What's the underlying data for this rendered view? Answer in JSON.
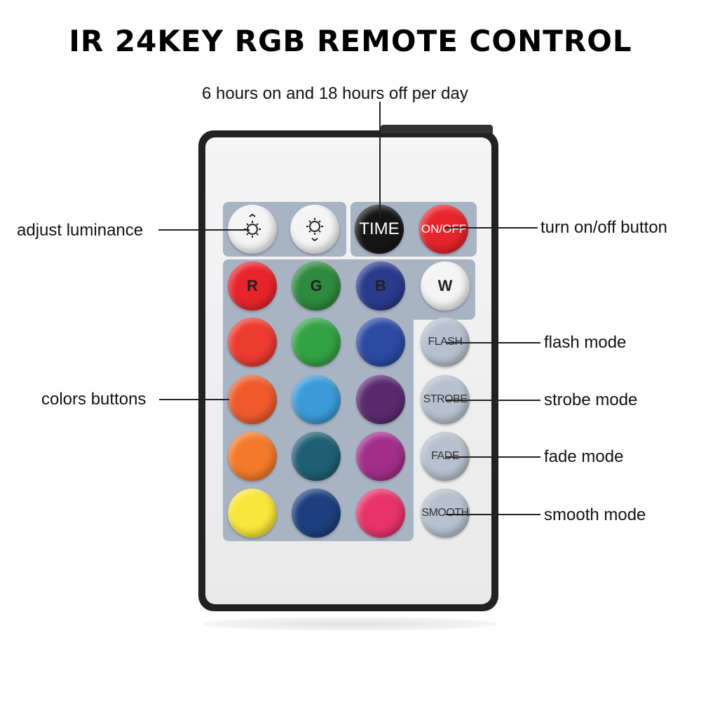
{
  "title": "IR 24KEY RGB REMOTE CONTROL",
  "callouts": {
    "time": "6 hours on and 18 hours off per day",
    "luminance": "adjust luminance",
    "power": "turn on/off button",
    "flash": "flash mode",
    "colors": "colors buttons",
    "strobe": "strobe mode",
    "fade": "fade mode",
    "smooth": "smooth mode"
  },
  "buttons": {
    "time": "TIME",
    "power": "ON/OFF",
    "r": "R",
    "g": "G",
    "b": "B",
    "w": "W",
    "flash": "FLASH",
    "strobe": "STROBE",
    "fade": "FADE",
    "smooth": "SMOOTH"
  },
  "icons": {
    "brightness_up": "brightness-up-icon",
    "brightness_down": "brightness-down-icon"
  },
  "colors": {
    "panel": "#a8b3c4",
    "red": "#e8242b",
    "green": "#2e8a3e",
    "blue": "#2a3b8c",
    "white": "#f4f4f4",
    "time": "#151515",
    "power": "#e8242b",
    "grid": [
      [
        "#e8242b",
        "#2e8a3e",
        "#2a3b8c"
      ],
      [
        "#ec3b30",
        "#33a244",
        "#2c4aa2"
      ],
      [
        "#ee5a2c",
        "#3b9ad8",
        "#5b2a6e"
      ],
      [
        "#f27a2a",
        "#1f5f73",
        "#a12e8a"
      ],
      [
        "#f8e63a",
        "#1d3f7e",
        "#e7336a"
      ]
    ]
  }
}
